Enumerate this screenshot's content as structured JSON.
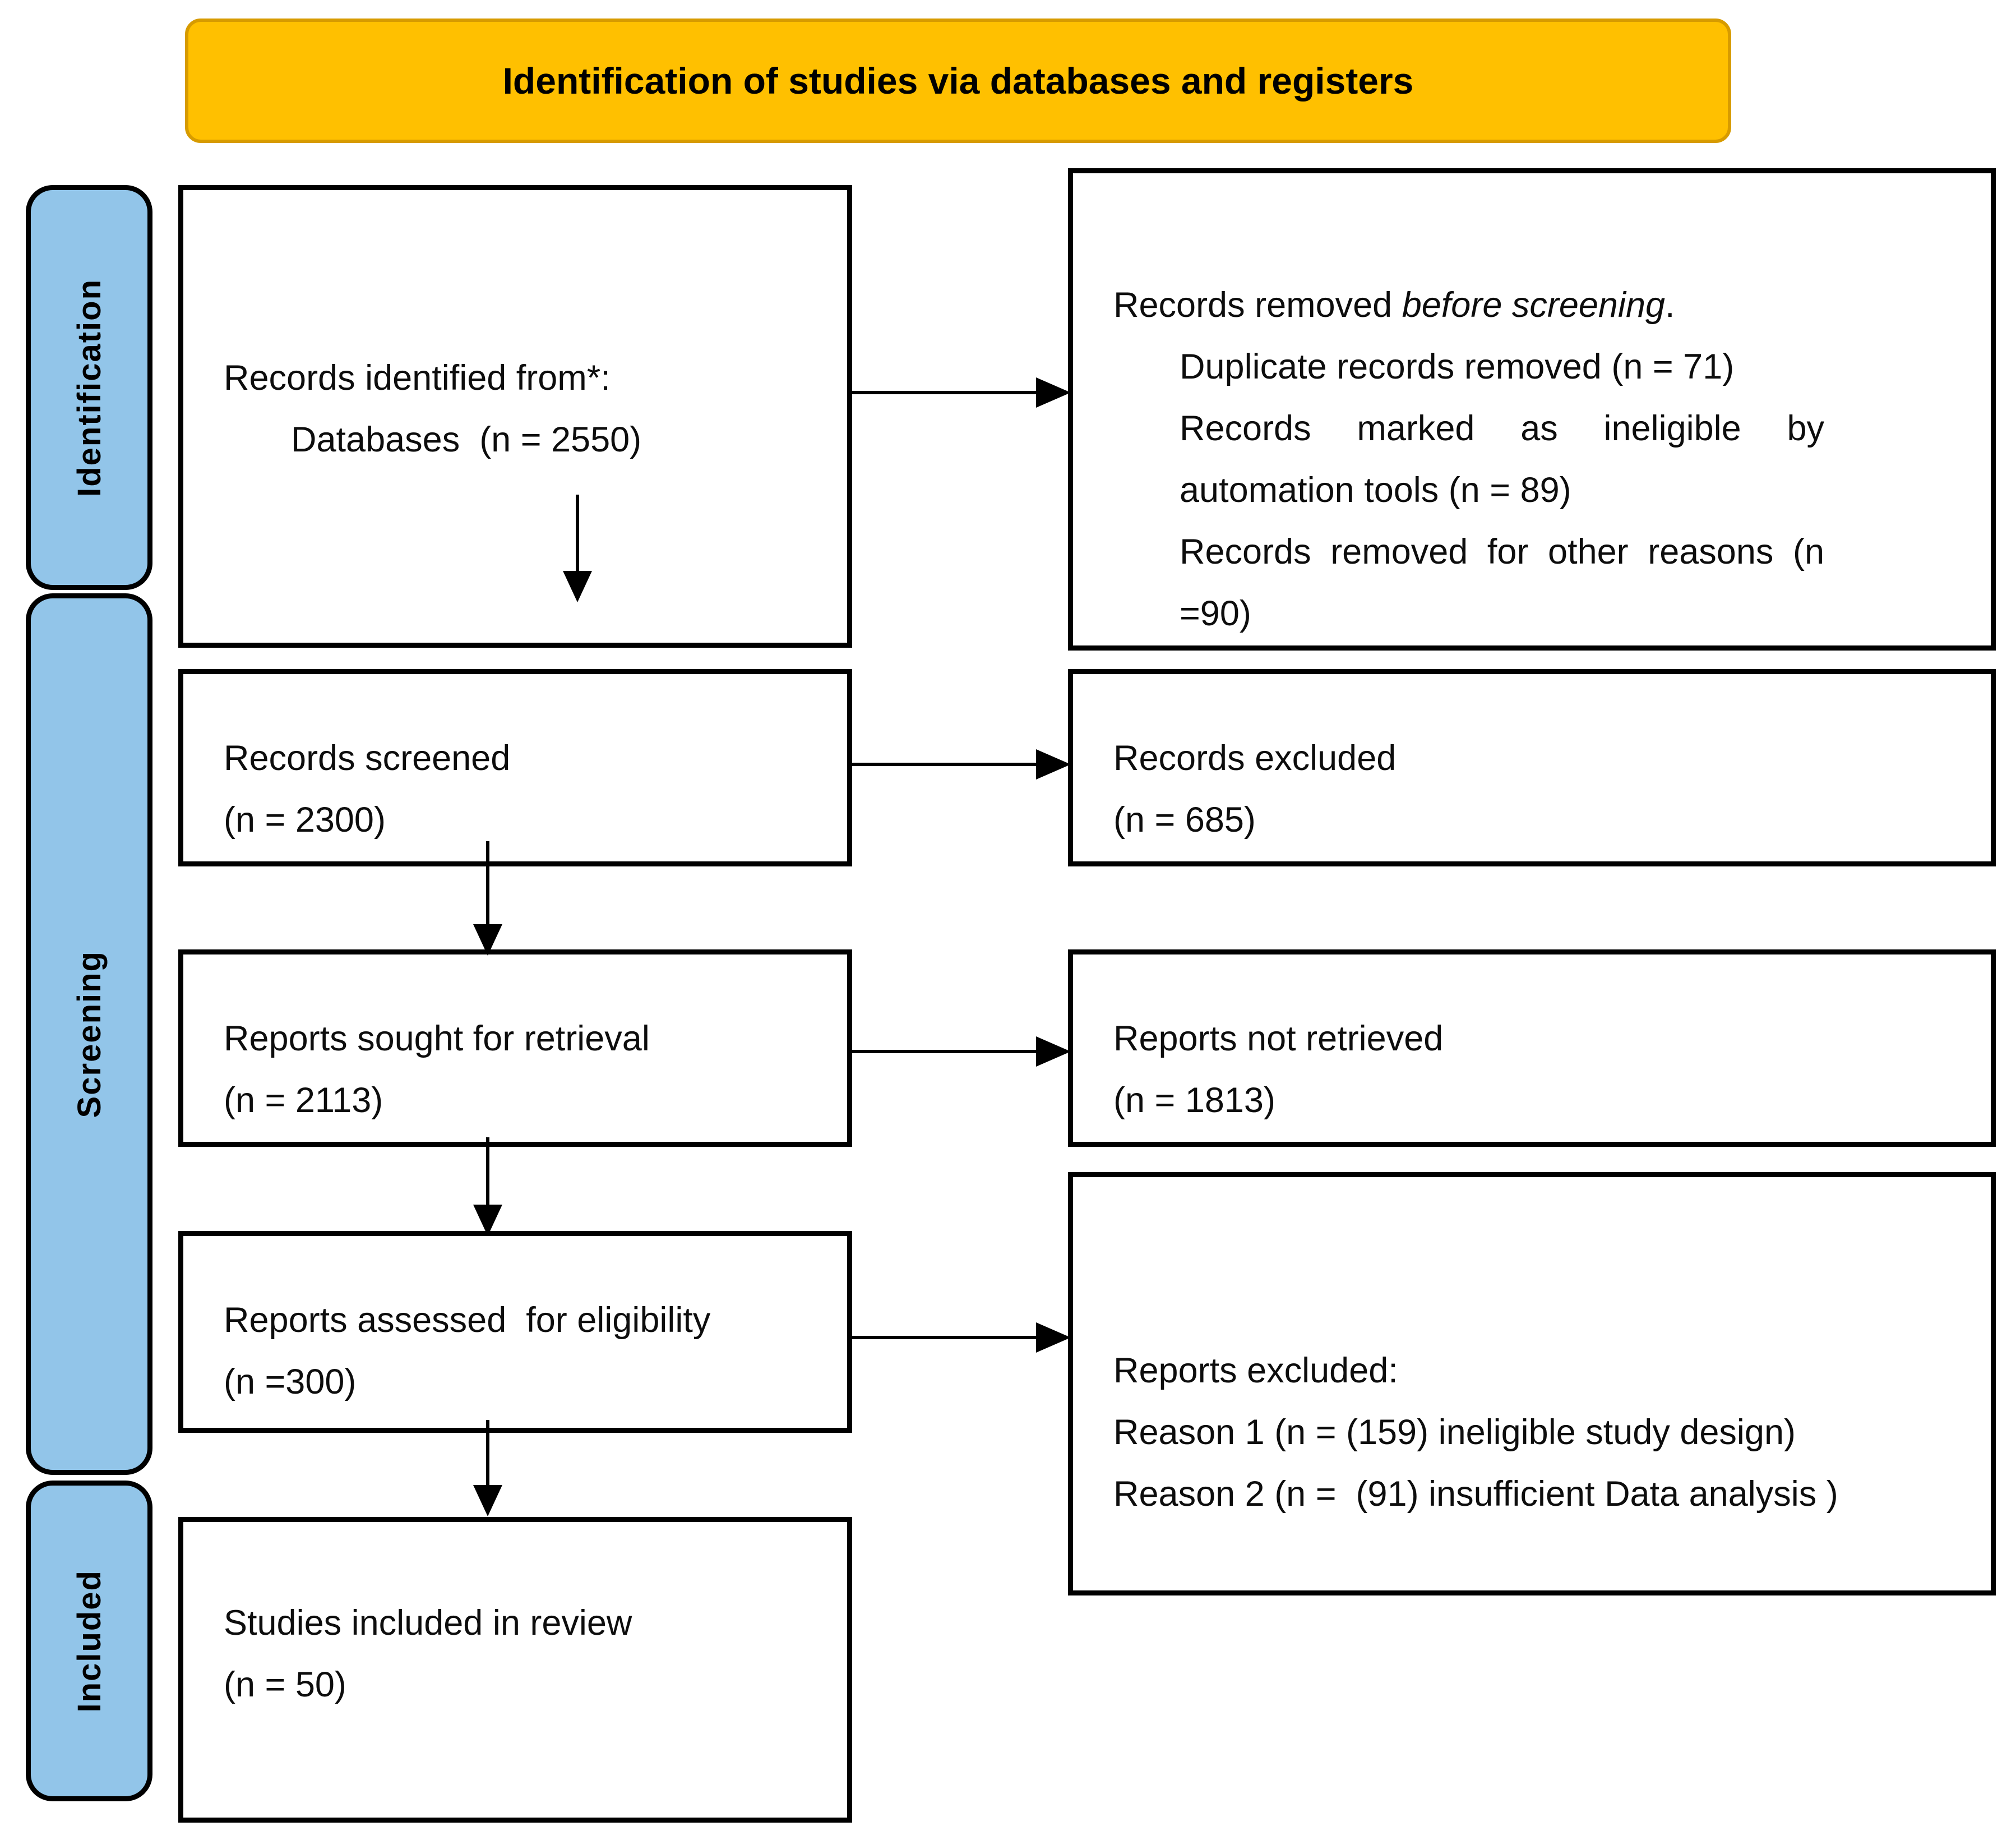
{
  "banner": {
    "title": "Identification of studies via databases and registers"
  },
  "sidebar": {
    "stages": [
      {
        "label": "Identification"
      },
      {
        "label": "Screening"
      },
      {
        "label": "Included"
      }
    ]
  },
  "colors": {
    "banner_fill": "#FFC000",
    "banner_border": "#D79B00",
    "stage_fill": "#92C5E9",
    "box_border": "#000000",
    "text": "#0d0d0d"
  },
  "flow": {
    "left": [
      {
        "line1": "Records identified from*:",
        "line2": "Databases  (n = 2550)"
      },
      {
        "line1": "Records screened",
        "line2": "(n = 2300)"
      },
      {
        "line1": "Reports sought for retrieval",
        "line2": "(n = 2113)"
      },
      {
        "line1": "Reports assessed  for eligibility",
        "line2": "(n =300)"
      },
      {
        "line1": "Studies included in review",
        "line2": "(n = 50)"
      }
    ],
    "right": [
      {
        "intro_prefix": "Records removed ",
        "intro_italic": "before screening",
        "intro_suffix": ".",
        "items": [
          "Duplicate records removed (n = 71)",
          "Records marked as ineligible by automation tools (n = 89)",
          "Records removed for other reasons (n =90)"
        ]
      },
      {
        "line1": "Records excluded",
        "line2": "(n = 685)"
      },
      {
        "line1": "Reports not retrieved",
        "line2": "(n = 1813)"
      },
      {
        "line1": "Reports excluded:",
        "line2": "Reason 1 (n = (159) ineligible study design)",
        "line3": "Reason 2 (n =  (91) insufficient Data analysis )"
      }
    ]
  }
}
